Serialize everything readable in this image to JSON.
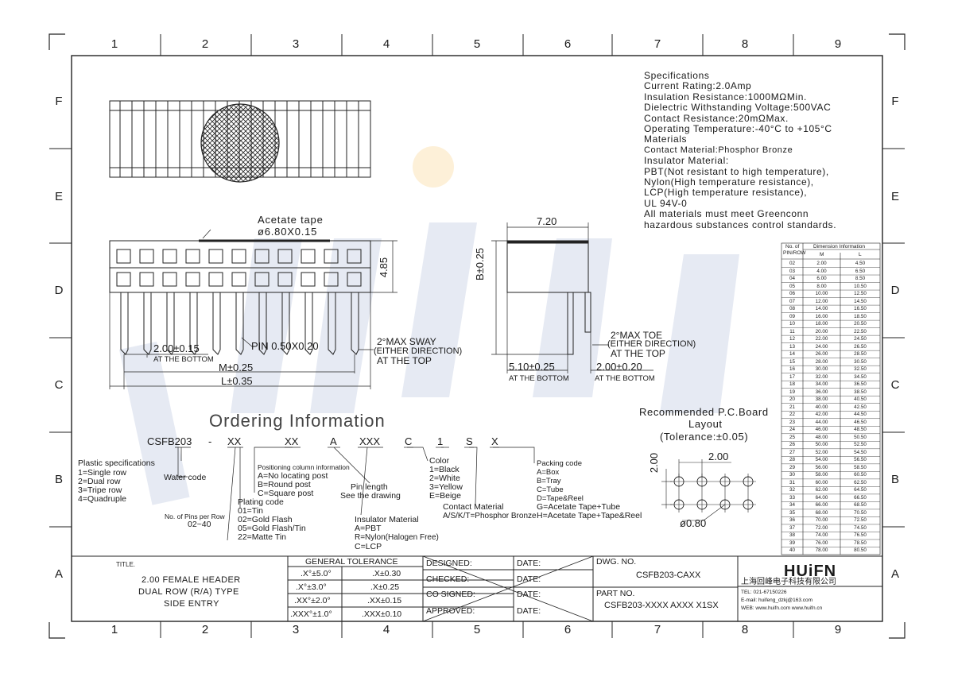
{
  "border": {
    "columns": [
      "1",
      "2",
      "3",
      "4",
      "5",
      "6",
      "7",
      "8",
      "9"
    ],
    "rows": [
      "F",
      "E",
      "D",
      "C",
      "B",
      "A"
    ]
  },
  "specifications": [
    "Specifications",
    "Current Rating:2.0Amp",
    "Insulation Resistance:1000MΩMin.",
    "Dielectric Withstanding Voltage:500VAC",
    "Contact Resistance:20mΩMax.",
    "Operating Temperature:-40°C to +105°C",
    "Materials",
    "Contact Material:Phosphor Bronze",
    "Insulator Material:",
    "PBT(Not resistant to high temperature),",
    "Nylon(High temperature resistance),",
    "LCP(High temperature resistance),",
    "UL 94V-0",
    "All materials must meet Greenconn",
    "hazardous substances control standards."
  ],
  "front_view": {
    "acetate_label": "Acetate tape",
    "acetate_dim": "ø6.80X0.15",
    "height_dim": "4.85",
    "pitch_dim": "2.00±0.15",
    "pitch_note": "AT THE BOTTOM",
    "pin_dim": "PIN 0.50X0.20",
    "m_dim": "M±0.25",
    "l_dim": "L±0.35",
    "sway_1": "2°MAX SWAY",
    "sway_2": "(EITHER DIRECTION)",
    "sway_3": "AT THE TOP"
  },
  "side_view": {
    "width_dim": "7.20",
    "b_dim": "B±0.25",
    "toe_1": "2°MAX TOE",
    "toe_2": "(EITHER DIRECTION)",
    "toe_3": "AT THE TOP",
    "bottom_dim_1": "5.10±0.25",
    "bottom_note_1": "AT THE BOTTOM",
    "bottom_dim_2": "2.00±0.20",
    "bottom_note_2": "AT THE BOTTOM"
  },
  "ordering": {
    "title": "Ordering Information",
    "code": [
      "CSFB203",
      "-",
      "XX",
      "XX",
      "A",
      "XXX",
      "C",
      "1",
      "S",
      "X"
    ],
    "plastic": [
      "Plastic specifications",
      "1=Single row",
      "2=Dual row",
      "3=Tripe row",
      "4=Quadruple"
    ],
    "water_code": "Water code",
    "pins": [
      "No. of Pins per Row",
      "02~40"
    ],
    "plating": [
      "Plating code",
      "01=Tin",
      "02=Gold Flash",
      "05=Gold Flash/Tin",
      "22=Matte Tin"
    ],
    "positioning": [
      "Positioning column information",
      "A=No locating post",
      "B=Round post",
      "C=Square post"
    ],
    "pin_length": [
      "Pin length",
      "See the drawing"
    ],
    "insulator": [
      "Insulator Material",
      "A=PBT",
      "R=Nylon(Halogen Free)",
      "C=LCP"
    ],
    "color": [
      "Color",
      "1=Black",
      "2=White",
      "3=Yellow",
      "E=Beige"
    ],
    "contact": [
      "Contact Material",
      "A/S/K/T=Phosphor Bronze"
    ],
    "packing": [
      "Packing code",
      "A=Box",
      "B=Tray",
      "C=Tube",
      "D=Tape&Reel",
      "G=Acetate Tape+Tube",
      "H=Acetate Tape+Tape&Reel"
    ]
  },
  "pcb_layout": {
    "title_1": "Recommended P.C.Board",
    "title_2": "Layout",
    "tolerance": "(Tolerance:±0.05)",
    "dim_h": "2.00",
    "dim_v": "2.00",
    "hole": "ø0.80"
  },
  "dimension_table": {
    "header_1": "No. of",
    "header_1b": "PIN/ROW",
    "header_2": "Dimension Information",
    "col_m": "M",
    "col_l": "L",
    "rows": [
      [
        "02",
        "2.00",
        "4.50"
      ],
      [
        "03",
        "4.00",
        "6.50"
      ],
      [
        "04",
        "6.00",
        "8.50"
      ],
      [
        "05",
        "8.00",
        "10.50"
      ],
      [
        "06",
        "10.00",
        "12.50"
      ],
      [
        "07",
        "12.00",
        "14.50"
      ],
      [
        "08",
        "14.00",
        "16.50"
      ],
      [
        "09",
        "16.00",
        "18.50"
      ],
      [
        "10",
        "18.00",
        "20.50"
      ],
      [
        "11",
        "20.00",
        "22.50"
      ],
      [
        "12",
        "22.00",
        "24.50"
      ],
      [
        "13",
        "24.00",
        "26.50"
      ],
      [
        "14",
        "26.00",
        "28.50"
      ],
      [
        "15",
        "28.00",
        "30.50"
      ],
      [
        "16",
        "30.00",
        "32.50"
      ],
      [
        "17",
        "32.00",
        "34.50"
      ],
      [
        "18",
        "34.00",
        "36.50"
      ],
      [
        "19",
        "36.00",
        "38.50"
      ],
      [
        "20",
        "38.00",
        "40.50"
      ],
      [
        "21",
        "40.00",
        "42.50"
      ],
      [
        "22",
        "42.00",
        "44.50"
      ],
      [
        "23",
        "44.00",
        "46.50"
      ],
      [
        "24",
        "46.00",
        "48.50"
      ],
      [
        "25",
        "48.00",
        "50.50"
      ],
      [
        "26",
        "50.00",
        "52.50"
      ],
      [
        "27",
        "52.00",
        "54.50"
      ],
      [
        "28",
        "54.00",
        "56.50"
      ],
      [
        "29",
        "56.00",
        "58.50"
      ],
      [
        "30",
        "58.00",
        "60.50"
      ],
      [
        "31",
        "60.00",
        "62.50"
      ],
      [
        "32",
        "62.00",
        "64.50"
      ],
      [
        "33",
        "64.00",
        "66.50"
      ],
      [
        "34",
        "66.00",
        "68.50"
      ],
      [
        "35",
        "68.00",
        "70.50"
      ],
      [
        "36",
        "70.00",
        "72.50"
      ],
      [
        "37",
        "72.00",
        "74.50"
      ],
      [
        "38",
        "74.00",
        "76.50"
      ],
      [
        "39",
        "76.00",
        "78.50"
      ],
      [
        "40",
        "78.00",
        "80.50"
      ]
    ]
  },
  "title_block": {
    "title_label": "TITLE.",
    "title_lines": [
      "2.00 FEMALE HEADER",
      "DUAL ROW (R/A) TYPE",
      "SIDE ENTRY"
    ],
    "tolerance_header": "GENERAL TOLERANCE",
    "tolerance": [
      [
        ".X°±5.0°",
        ".X±0.30"
      ],
      [
        ".X°±3.0°",
        ".X±0.25"
      ],
      [
        ".XX°±2.0°",
        ".XX±0.15"
      ],
      [
        ".XXX°±1.0°",
        ".XXX±0.10"
      ]
    ],
    "signoff": [
      "DESIGNED:",
      "CHECKED:",
      "CO SIGNED:",
      "APPROVED:"
    ],
    "date_label": "DATE:",
    "dwg_label": "DWG. NO.",
    "dwg_value": "CSFB203-CAXX",
    "part_label": "PART NO.",
    "part_value": "CSFB203-XXXX AXXX X1SX",
    "company_logo": "HUiFN",
    "company_name": "上海回峰电子科技有限公司",
    "tel": "TEL: 021-67150226",
    "email": "E-mail: huifeng_dzkj@163.com",
    "web": "WEB: www.huifn.com  www.huifn.cn"
  },
  "watermark": "HUiFN"
}
